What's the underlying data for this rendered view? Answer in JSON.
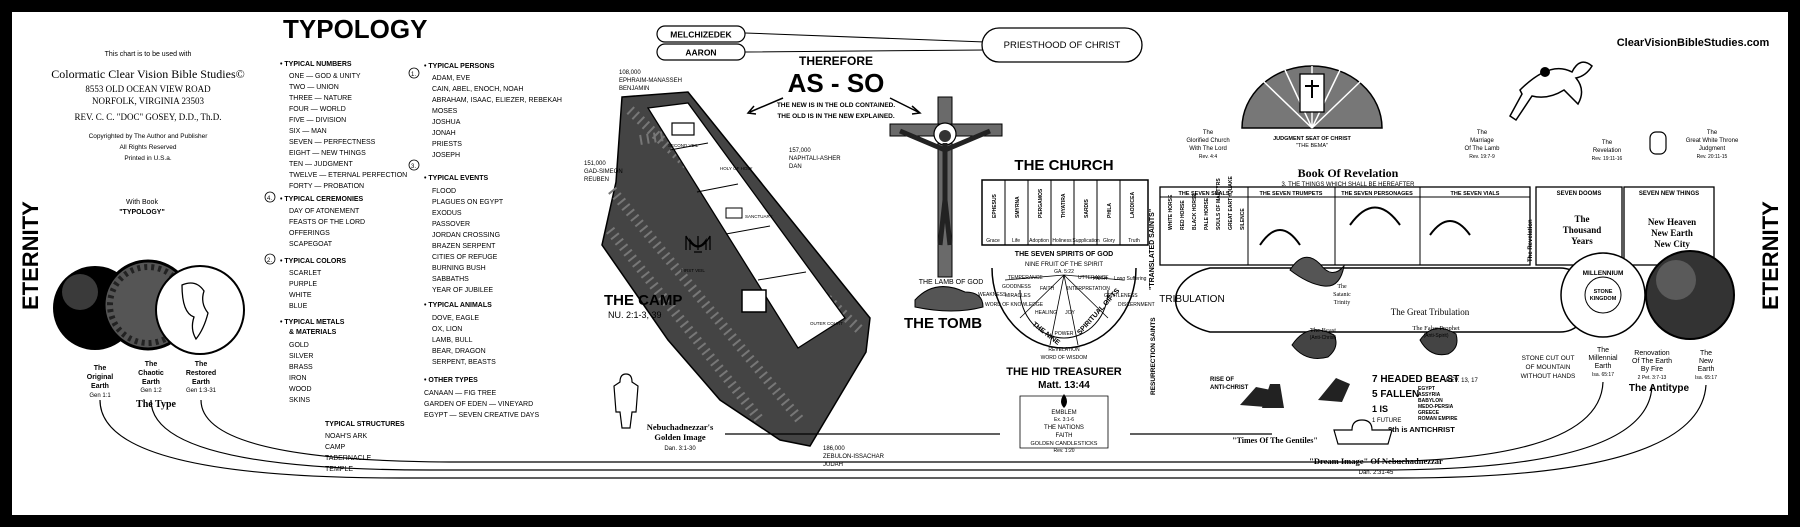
{
  "header": {
    "title": "TYPOLOGY",
    "website": "ClearVisionBibleStudies.com"
  },
  "publisher": {
    "note": "This chart is to be used with",
    "name": "Colormatic Clear Vision Bible Studies©",
    "address1": "8553 OLD OCEAN VIEW ROAD",
    "address2": "NORFOLK, VIRGINIA 23503",
    "author": "REV. C. C. \"DOC\" GOSEY, D.D., Th.D.",
    "copyright": "Copyrighted by The Author and Publisher",
    "rights": "All Rights Reserved",
    "printed": "Printed in U.S.a.",
    "book_label": "With Book",
    "book_title": "\"TYPOLOGY\""
  },
  "eternity": {
    "left": "ETERNITY",
    "right": "ETERNITY"
  },
  "earths": {
    "original": [
      "The",
      "Original",
      "Earth",
      "Gen 1:1"
    ],
    "chaotic": [
      "The",
      "Chaotic",
      "Earth",
      "Gen 1:2"
    ],
    "restored": [
      "The",
      "Restored",
      "Earth",
      "Gen 1:3-31"
    ],
    "caption": "The Type"
  },
  "types": {
    "numbers": {
      "heading": "• TYPICAL NUMBERS",
      "items": [
        "ONE — GOD & UNITY",
        "TWO — UNION",
        "THREE — NATURE",
        "FOUR — WORLD",
        "FIVE — DIVISION",
        "SIX — MAN",
        "SEVEN — PERFECTNESS",
        "EIGHT — NEW THINGS",
        "TEN — JUDGMENT",
        "TWELVE — ETERNAL PERFECTION",
        "FORTY — PROBATION"
      ]
    },
    "ceremonies": {
      "marker": "4.",
      "heading": "• TYPICAL CEREMONIES",
      "items": [
        "DAY OF ATONEMENT",
        "FEASTS OF THE LORD",
        "OFFERINGS",
        "SCAPEGOAT"
      ]
    },
    "colors": {
      "marker": "2.",
      "heading": "• TYPICAL COLORS",
      "items": [
        "SCARLET",
        "PURPLE",
        "WHITE",
        "BLUE"
      ]
    },
    "metals": {
      "heading": "• TYPICAL METALS",
      "heading2": "& MATERIALS",
      "items": [
        "GOLD",
        "SILVER",
        "BRASS",
        "IRON",
        "WOOD",
        "SKINS"
      ]
    },
    "structures": {
      "heading": "TYPICAL STRUCTURES",
      "items": [
        "NOAH'S ARK",
        "CAMP",
        "TABERNACLE",
        "TEMPLE"
      ]
    },
    "persons": {
      "marker": "1.",
      "heading": "• TYPICAL PERSONS",
      "items": [
        "ADAM, EVE",
        "CAIN, ABEL, ENOCH, NOAH",
        "ABRAHAM, ISAAC, ELIEZER, REBEKAH",
        "MOSES",
        "JOSHUA",
        "JONAH",
        "PRIESTS",
        "JOSEPH"
      ]
    },
    "events": {
      "marker": "3.",
      "heading": "• TYPICAL EVENTS",
      "items": [
        "FLOOD",
        "PLAGUES ON EGYPT",
        "EXODUS",
        "PASSOVER",
        "JORDAN CROSSING",
        "BRAZEN SERPENT",
        "CITIES OF REFUGE",
        "BURNING BUSH",
        "SABBATHS",
        "YEAR OF JUBILEE"
      ]
    },
    "animals": {
      "heading": "• TYPICAL ANIMALS",
      "items": [
        "DOVE, EAGLE",
        "OX, LION",
        "LAMB, BULL",
        "BEAR, DRAGON",
        "SERPENT, BEASTS"
      ]
    },
    "other": {
      "heading": "• OTHER TYPES",
      "items": [
        "CANAAN — FIG TREE",
        "GARDEN OF EDEN — VINEYARD",
        "EGYPT — SEVEN CREATIVE DAYS"
      ]
    }
  },
  "priesthood": {
    "melchizedek": "MELCHIZEDEK",
    "aaron": "AARON",
    "christ": "PRIESTHOOD OF CHRIST"
  },
  "asso": {
    "therefore": "THEREFORE",
    "title": "AS - SO",
    "line1": "THE NEW IS IN THE OLD CONTAINED.",
    "line2": "THE OLD IS IN THE NEW EXPLAINED."
  },
  "camp": {
    "title": "THE CAMP",
    "ref": "NU. 2:1-3, 39",
    "north": [
      "108,000",
      "EPHRAIM-MANASSEH",
      "BENJAMIN"
    ],
    "west": [
      "151,000",
      "GAD-SIMEON",
      "REUBEN"
    ],
    "east": [
      "157,000",
      "NAPHTALI-ASHER",
      "DAN"
    ],
    "south": [
      "186,000",
      "ZEBULON-ISSACHAR",
      "JUDAH"
    ],
    "holy": "HOLY OF HOLY",
    "sanctuary": "SANCTUARY",
    "second_veil": "SECOND VEIL",
    "first_veil": "FIRST VEIL",
    "outer_court": "OUTER COURT"
  },
  "cross": {
    "lamb": "THE LAMB OF GOD",
    "tomb": "THE TOMB"
  },
  "church": {
    "title": "THE CHURCH",
    "churches": [
      "EPHESUS",
      "SMYRNA",
      "PERGAMOS",
      "THYATIRA",
      "SARDIS",
      "PHILA",
      "LAODICEA"
    ],
    "gifts_row": [
      "Grace",
      "Life",
      "Adoption",
      "Holiness",
      "Supplication",
      "Glory",
      "Truth"
    ],
    "spirits": "THE SEVEN SPIRITS OF GOD",
    "fruit": "NINE FRUIT OF THE SPIRIT",
    "fruit_ref": "GA. 5:22",
    "left_words": [
      "TEMPERANCE",
      "GOODNESS",
      "MIRACLES",
      "WEAKNESS",
      "WORD OF KNOWLEDGE",
      "FAITH"
    ],
    "right_words": [
      "UTTERANCE",
      "FAITH",
      "Long Suffering",
      "GENTLENESS",
      "DISCERNMENT",
      "INTERPRETATION"
    ],
    "nine": "THE NINE",
    "gifts": "SPIRITUAL GIFTS",
    "bottom_words": [
      "HEALING",
      "JOY",
      "POWER",
      "REVELATION",
      "WORD OF WISDOM"
    ],
    "translated": "\"TRANSLATED SAINTS\"",
    "hid_title": "THE HID TREASURER",
    "hid_ref": "Matt. 13:44",
    "emblem": "EMBLEM",
    "emblem_ref": "Ex. 3:1-6",
    "nations": "THE NATIONS",
    "faith": "FAITH",
    "candlesticks": "GOLDEN CANDLESTICKS",
    "candle_ref": "Rev. 1:20",
    "resurrection": "RESURRECTION SAINTS"
  },
  "revelation": {
    "throne_label": "JUDGMENT SEAT OF CHRIST",
    "throne_sub": "\"THE BEMA\"",
    "glorified": [
      "The",
      "Glorified Church",
      "With The Lord",
      "Rev. 4:4"
    ],
    "marriage": [
      "The",
      "Marriage",
      "Of The Lamb",
      "Rev. 19:7-9"
    ],
    "revelation_label": [
      "The",
      "Revelation",
      "Rev. 19:11-16"
    ],
    "white_throne": [
      "The",
      "Great White Throne",
      "Judgment",
      "Rev. 20:11-15"
    ],
    "title": "Book Of Revelation",
    "sub": "3. THE THINGS WHICH SHALL BE HEREAFTER",
    "seals": "THE SEVEN SEALS",
    "trumpets": "THE SEVEN TRUMPETS",
    "personages": "THE SEVEN PERSONAGES",
    "vials": "THE SEVEN VIALS",
    "dooms": "SEVEN DOOMS",
    "new_things": "SEVEN NEW THINGS",
    "seals_list": [
      "WHITE HORSE",
      "RED HORSE",
      "BLACK HORSE",
      "PALE HORSE",
      "SOULS OF MARTYRS",
      "GREAT EARTHQUAKE",
      "SILENCE"
    ],
    "tribulation": "TRIBULATION",
    "great_trib": "The Great Tribulation",
    "trinity": [
      "The",
      "Satanic",
      "Trinity"
    ],
    "the_revelation": "The Revelation",
    "thousand": [
      "The",
      "Thousand",
      "Years"
    ],
    "millennium": [
      "MILLENNIUM",
      "STONE",
      "KINGDOM"
    ],
    "new_heaven": [
      "New Heaven",
      "New Earth",
      "New City"
    ],
    "beast": [
      "The Beast",
      "(Anti-Christ)"
    ],
    "false_prophet": [
      "The False Prophet",
      "(Anti-Spirit)"
    ],
    "rise": [
      "RISE OF",
      "ANTI-CHRIST"
    ],
    "headed_beast": "7 HEADED BEAST",
    "headed_ref": "REV. 13, 17",
    "fallen": "5 FALLEN",
    "is": "1 IS",
    "future": "1 FUTURE",
    "antichrist": "8th is ANTICHRIST",
    "empires": [
      "EGYPT",
      "ASSYRIA",
      "BABYLON",
      "MEDO-PERSIA",
      "GREECE",
      "ROMAN EMPIRE"
    ],
    "stone": [
      "STONE CUT OUT",
      "OF MOUNTAIN",
      "WITHOUT HANDS"
    ],
    "millennial_earth": [
      "The",
      "Millennial",
      "Earth",
      "Isa. 65:17"
    ],
    "renovation": [
      "Renovation",
      "Of The Earth",
      "By Fire",
      "2 Pet. 3:7-13"
    ],
    "new_earth": [
      "The",
      "New",
      "Earth",
      "Isa. 65:17"
    ],
    "antitype": "The Antitype",
    "gentiles": "\"Times Of The Gentiles\"",
    "dream": "\"Dream Image\" Of Nebuchadnezzar",
    "dream_ref": "Dan. 2:31-45",
    "golden": [
      "Nebuchadnezzar's",
      "Golden Image"
    ],
    "golden_ref": "Dan. 3:1-30"
  }
}
